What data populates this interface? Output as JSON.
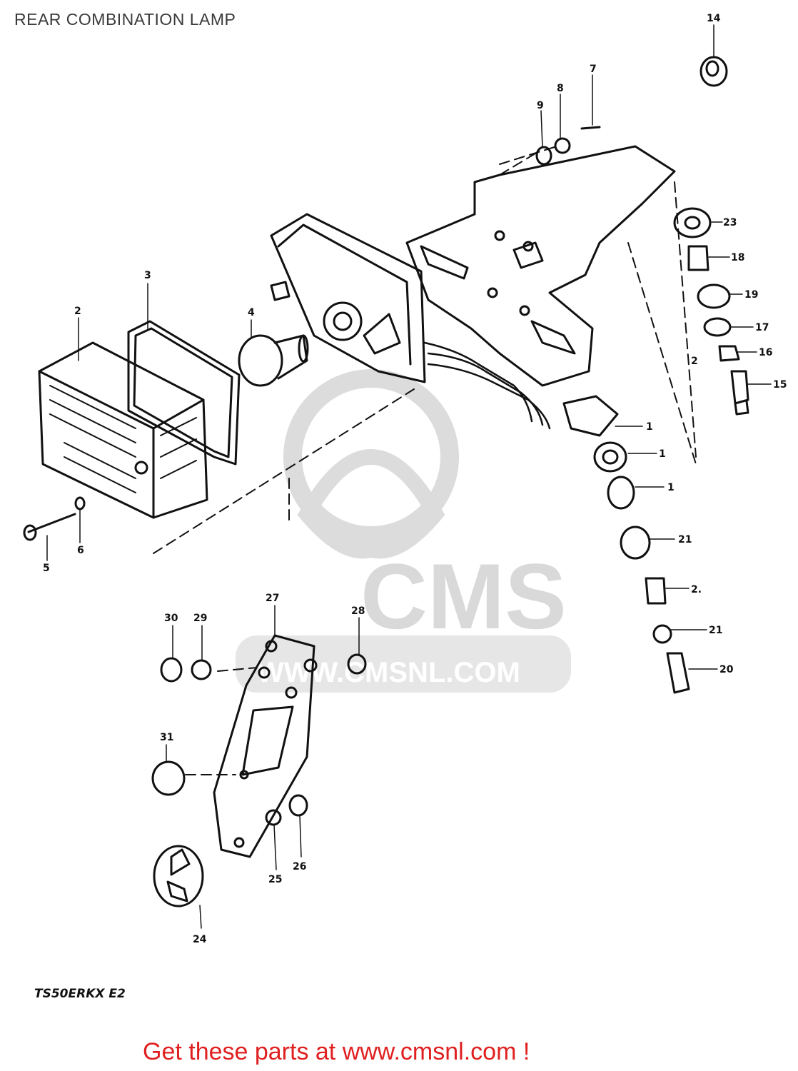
{
  "page": {
    "title": "REAR COMBINATION LAMP",
    "model_code": "TS50ERKX E2",
    "cta": "Get these parts at www.cmsnl.com !"
  },
  "watermark": {
    "brand": "CMS",
    "url": "WWW.CMSNL.COM"
  },
  "callouts": [
    {
      "id": "c1",
      "text": "14"
    },
    {
      "id": "c2",
      "text": "7"
    },
    {
      "id": "c3",
      "text": "8"
    },
    {
      "id": "c4",
      "text": "9"
    },
    {
      "id": "c5",
      "text": "23"
    },
    {
      "id": "c6",
      "text": "18"
    },
    {
      "id": "c7",
      "text": "19"
    },
    {
      "id": "c8",
      "text": "17"
    },
    {
      "id": "c9",
      "text": "16"
    },
    {
      "id": "c10",
      "text": "15"
    },
    {
      "id": "c11",
      "text": "2"
    },
    {
      "id": "c12",
      "text": "3"
    },
    {
      "id": "c13",
      "text": "2"
    },
    {
      "id": "c14",
      "text": "4"
    },
    {
      "id": "c15",
      "text": "5"
    },
    {
      "id": "c16",
      "text": "6"
    },
    {
      "id": "c17",
      "text": "1"
    },
    {
      "id": "c18",
      "text": "1"
    },
    {
      "id": "c19",
      "text": "1"
    },
    {
      "id": "c20",
      "text": "21"
    },
    {
      "id": "c21",
      "text": "2."
    },
    {
      "id": "c22",
      "text": "21"
    },
    {
      "id": "c23",
      "text": "20"
    },
    {
      "id": "c24",
      "text": "27"
    },
    {
      "id": "c25",
      "text": "30"
    },
    {
      "id": "c26",
      "text": "29"
    },
    {
      "id": "c27",
      "text": "28"
    },
    {
      "id": "c28",
      "text": "31"
    },
    {
      "id": "c29",
      "text": "25"
    },
    {
      "id": "c30",
      "text": "26"
    },
    {
      "id": "c31",
      "text": "24"
    }
  ],
  "colors": {
    "line": "#111111",
    "watermark": "#d9d9d9",
    "cta": "#e02020",
    "title": "#3a3a3a"
  }
}
